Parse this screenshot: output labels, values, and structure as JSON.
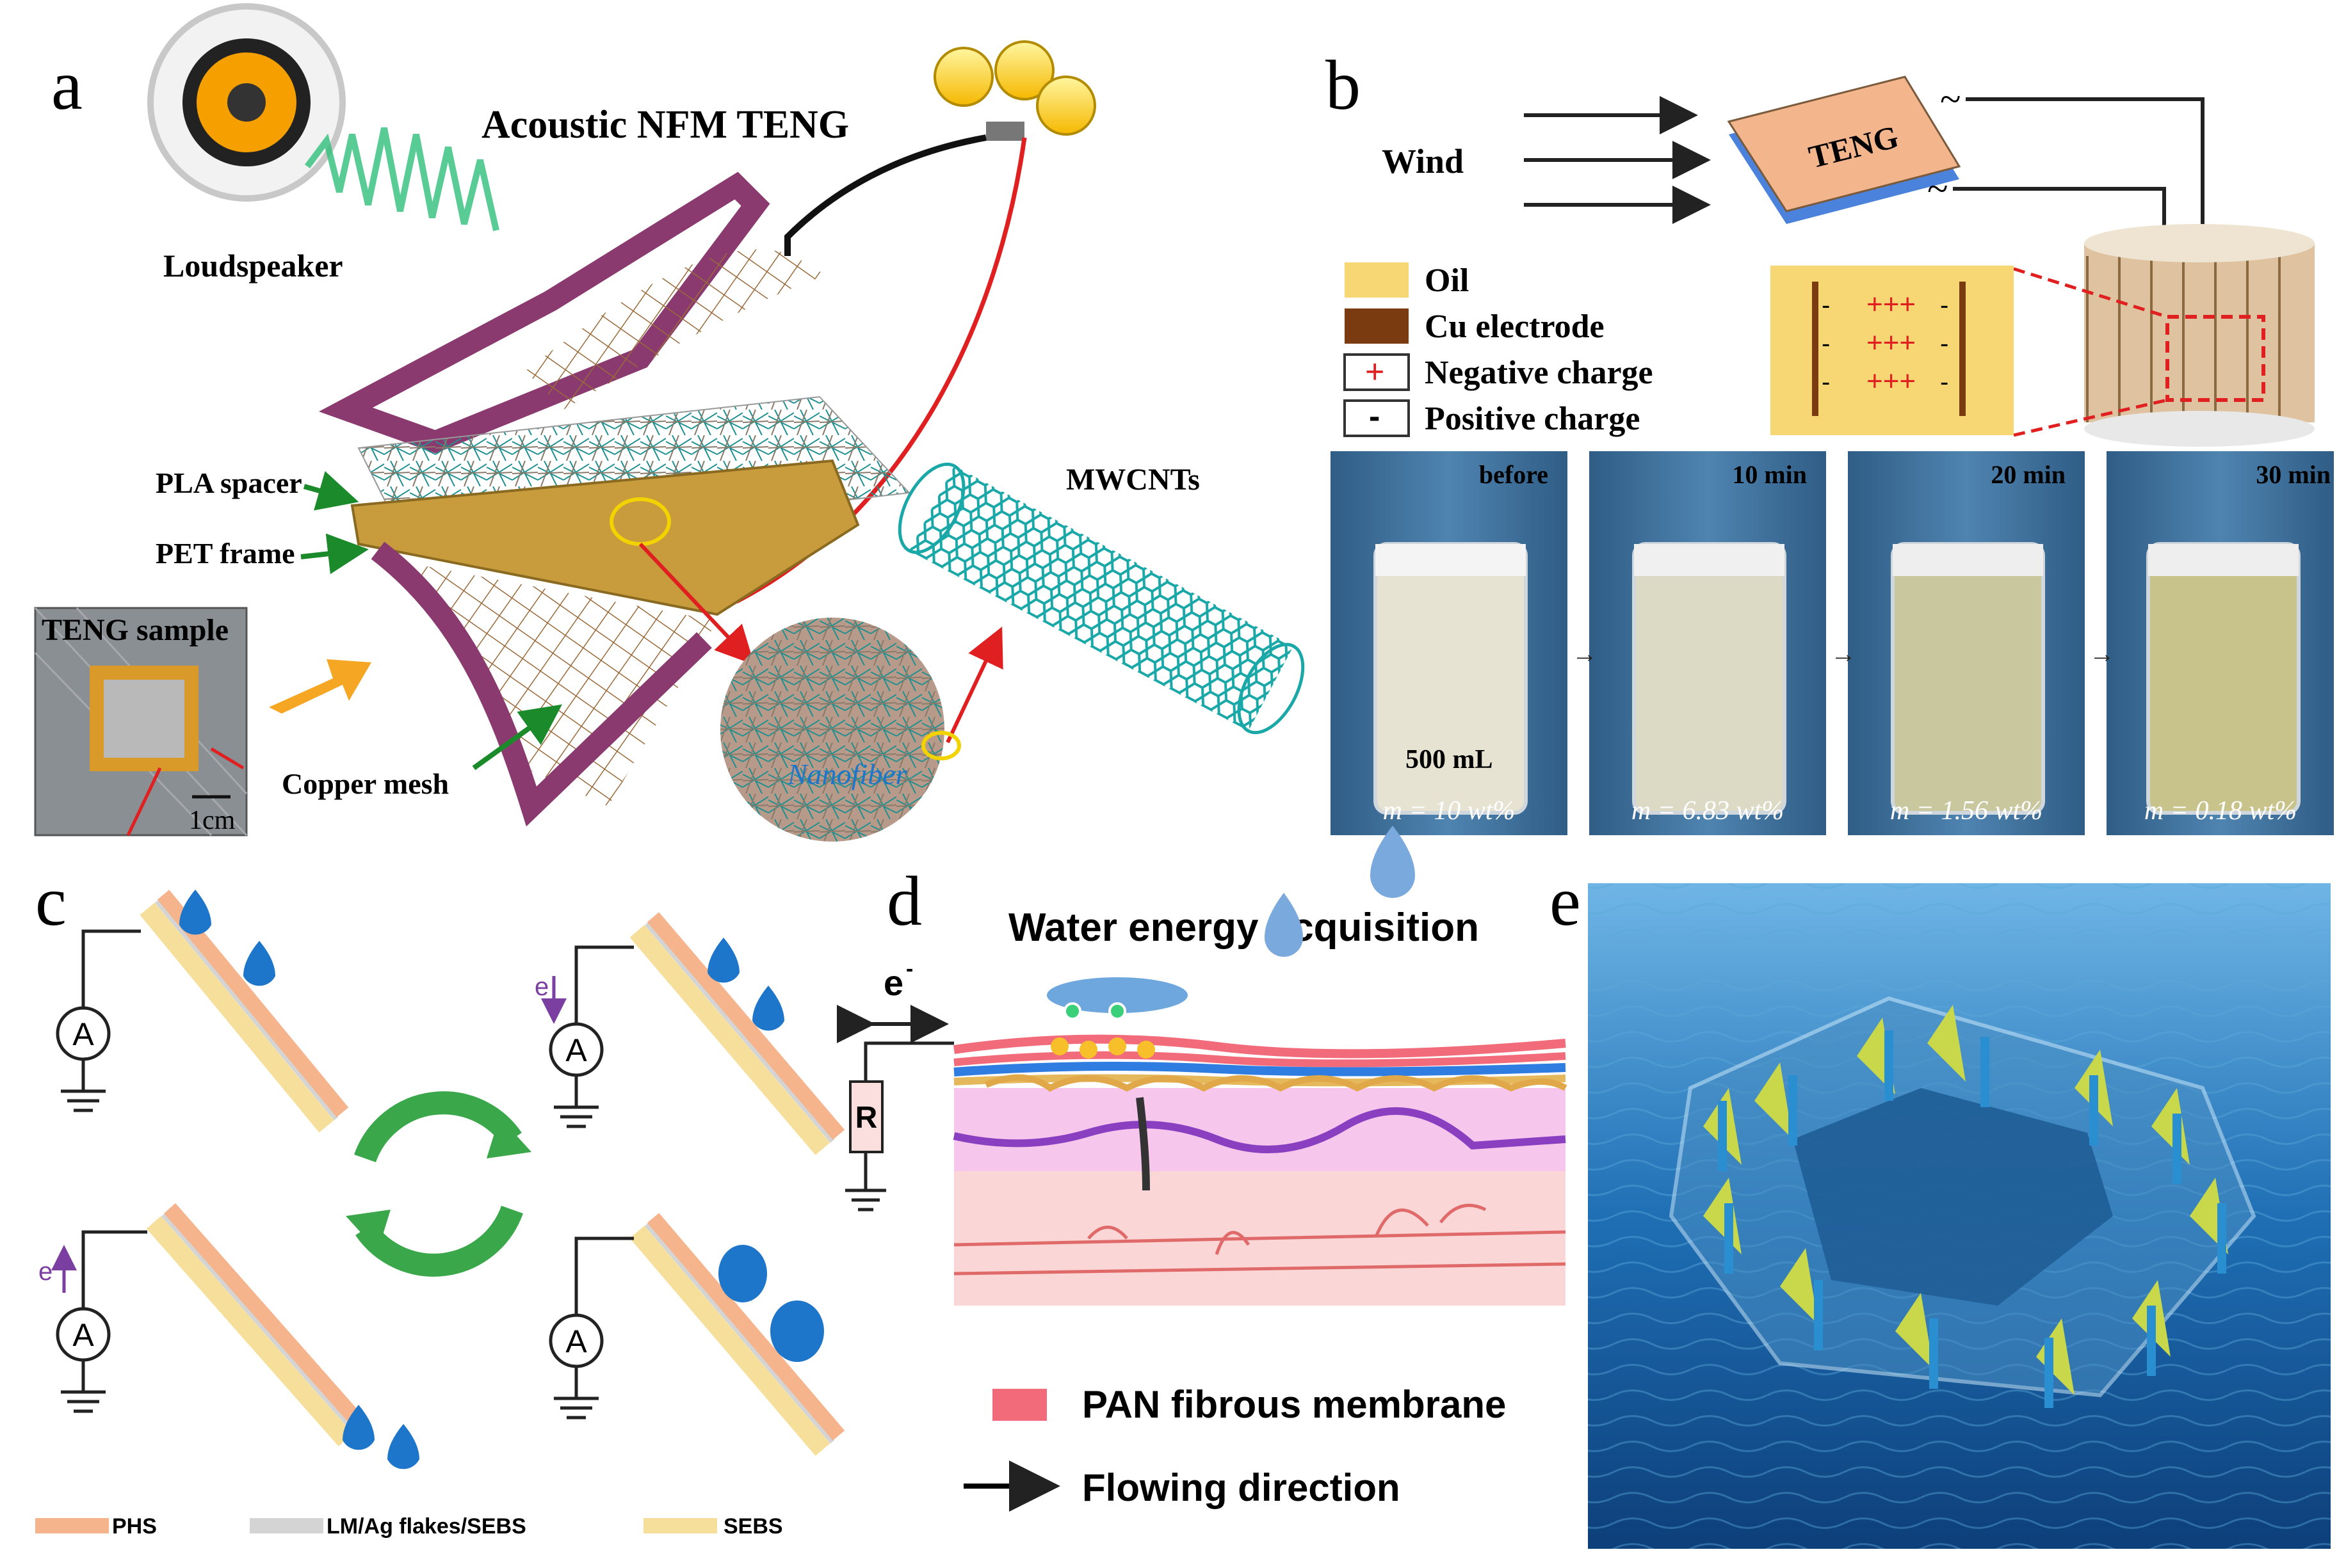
{
  "panels": {
    "a": {
      "letter": "a",
      "title": "Acoustic NFM TENG",
      "labels": {
        "loudspeaker": "Loudspeaker",
        "pla_spacer": "PLA spacer",
        "pet_frame": "PET frame",
        "copper_mesh": "Copper mesh",
        "mwcnts": "MWCNTs",
        "nanofiber": "Nanofiber",
        "sample_title": "TENG sample",
        "scale": "1cm"
      }
    },
    "b": {
      "letter": "b",
      "wind": "Wind",
      "teng": "TENG",
      "ac_symbol": "~",
      "legend": [
        {
          "label": "Oil",
          "color": "#f7d774",
          "marker": ""
        },
        {
          "label": "Cu electrode",
          "color": "#7a3b10",
          "marker": ""
        },
        {
          "label": "Negative charge",
          "color": "#ffffff",
          "marker": "+"
        },
        {
          "label": "Positive charge",
          "color": "#ffffff",
          "marker": "-"
        }
      ],
      "beakers": [
        {
          "time": "before",
          "fraction": "m = 10 wt%"
        },
        {
          "time": "10 min",
          "fraction": "m = 6.83 wt%"
        },
        {
          "time": "20 min",
          "fraction": "m = 1.56 wt%"
        },
        {
          "time": "30 min",
          "fraction": "m = 0.18 wt%"
        }
      ],
      "volume": "500 mL"
    },
    "c": {
      "letter": "c",
      "ammeter": "A",
      "electron": "e",
      "legend": [
        {
          "label": "PHS",
          "color": "#f5b48c"
        },
        {
          "label": "LM/Ag flakes/SEBS",
          "color": "#d4d4d4"
        },
        {
          "label": "SEBS",
          "color": "#f6df9a"
        }
      ]
    },
    "d": {
      "letter": "d",
      "title": "Water energy acquisition",
      "electron": "e",
      "electron_sup": "-",
      "resistor": "R",
      "legend": [
        {
          "label": "PAN fibrous membrane",
          "color": "#f26b7a"
        },
        {
          "label": "Flowing direction",
          "color": "#000000"
        }
      ]
    },
    "e": {
      "letter": "e"
    }
  },
  "colors": {
    "frame_purple": "#8a3a6e",
    "cnt_teal": "#1aa7a7",
    "red_wire": "#e02020",
    "water_blue": "#1d76c9",
    "arrow_green": "#3aa84a",
    "arrow_orange": "#f5a623"
  }
}
